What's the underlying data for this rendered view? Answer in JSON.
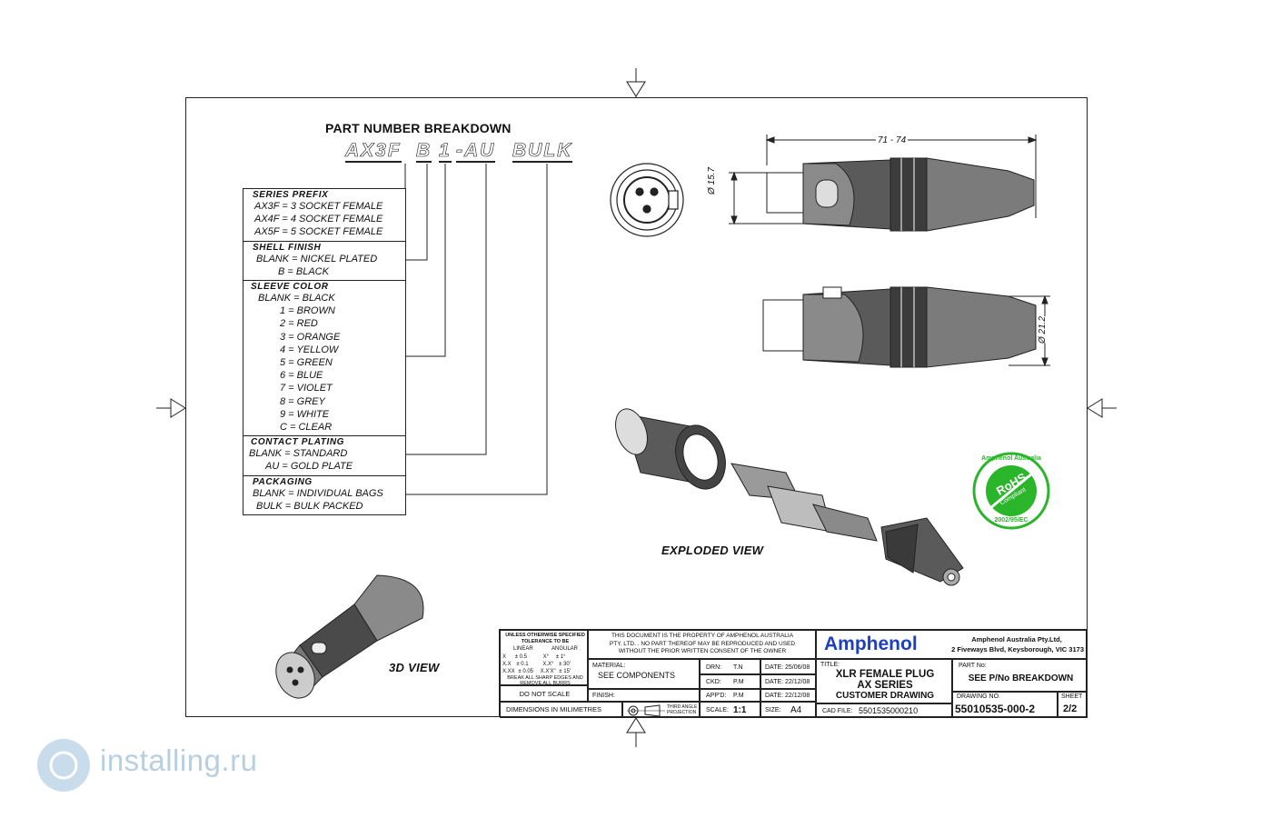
{
  "part_breakdown": {
    "title": "PART NUMBER BREAKDOWN",
    "segments": [
      "AX3F",
      "B",
      "1",
      "-AU",
      "BULK"
    ]
  },
  "legend": {
    "sections": [
      {
        "heading": "SERIES PREFIX",
        "lines": [
          "AX3F = 3 SOCKET FEMALE",
          "AX4F = 4 SOCKET FEMALE",
          "AX5F = 5 SOCKET FEMALE"
        ]
      },
      {
        "heading": "SHELL FINISH",
        "lines": [
          "BLANK = NICKEL PLATED",
          "B = BLACK"
        ]
      },
      {
        "heading": "SLEEVE COLOR",
        "lines": [
          "BLANK = BLACK",
          "1 = BROWN",
          "2 = RED",
          "3 = ORANGE",
          "4 = YELLOW",
          "5 = GREEN",
          "6 = BLUE",
          "7 = VIOLET",
          "8 = GREY",
          "9 = WHITE",
          "C = CLEAR"
        ]
      },
      {
        "heading": "CONTACT PLATING",
        "lines": [
          "BLANK = STANDARD",
          "AU = GOLD PLATE"
        ]
      },
      {
        "heading": "PACKAGING",
        "lines": [
          "BLANK = INDIVIDUAL BAGS",
          "BULK = BULK PACKED"
        ]
      }
    ]
  },
  "dimensions": {
    "length": "71 - 74",
    "dia_small": "Ø 15.7",
    "dia_large": "Ø 21.2"
  },
  "views": {
    "exploded": "EXPLODED VIEW",
    "three_d": "3D VIEW"
  },
  "rohs": {
    "top": "Amphenol Australia",
    "center": "RoHS",
    "sub": "Compliant",
    "bottom": "2002/95/EC"
  },
  "title_block": {
    "tolerance_header": "UNLESS OTHERWISE SPECIFIED TOLERANCE TO BE",
    "linear": "LINEAR",
    "angular": "ANGULAR",
    "tol_rows": [
      [
        "X",
        "± 0.5",
        "X°",
        "± 1°"
      ],
      [
        "X.X",
        "± 0.1",
        "X.X°",
        "± 30'"
      ],
      [
        "X.XX",
        "± 0.05",
        "X.X'X\"",
        "± 15'"
      ]
    ],
    "break_edges": "BREAK ALL SHARP EDGES AND REMOVE ALL BURRS",
    "do_not_scale": "DO NOT SCALE",
    "dimensions_in": "DIMENSIONS IN MILIMETRES",
    "property_note": "THIS DOCUMENT IS THE PROPERTY OF AMPHENOL AUSTRALIA PTY. LTD. . NO PART THEREOF MAY BE REPRODUCED AND USED WITHOUT THE PRIOR WRITTEN CONSENT OF THE OWNER",
    "material_label": "MATERIAL:",
    "material_value": "SEE COMPONENTS",
    "finish_label": "FINISH:",
    "projection": "THIRD ANGLE PROJECTION",
    "drn_label": "DRN:",
    "drn_value": "T.N",
    "ckd_label": "CKD:",
    "ckd_value": "P.M",
    "appd_label": "APP'D:",
    "appd_value": "P.M",
    "date_label": "DATE:",
    "date1": "25/06/08",
    "date2": "22/12/08",
    "date3": "22/12/08",
    "scale_label": "SCALE:",
    "scale_value": "1:1",
    "size_label": "SIZE:",
    "size_value": "A4",
    "brand": "Amphenol",
    "company_line1": "Amphenol Australia Pty.Ltd,",
    "company_line2": "2 Fiveways Blvd, Keysborough, VIC 3173",
    "title_label": "TITLE:",
    "title1": "XLR FEMALE PLUG",
    "title2": "AX SERIES",
    "title3": "CUSTOMER DRAWING",
    "partno_label": "PART No:",
    "partno_value": "SEE P/No BREAKDOWN",
    "cad_label": "CAD FILE:",
    "cad_value": "5501535000210",
    "drawing_label": "DRAWING NO.",
    "drawing_value": "55010535-000-2",
    "sheet_label": "SHEET",
    "sheet_value": "2/2"
  },
  "watermark": {
    "text": "installing.ru"
  },
  "colors": {
    "brand_blue": "#1e3fbf",
    "rohs_green": "#2bb52b",
    "watermark": "#b8cfe0"
  }
}
